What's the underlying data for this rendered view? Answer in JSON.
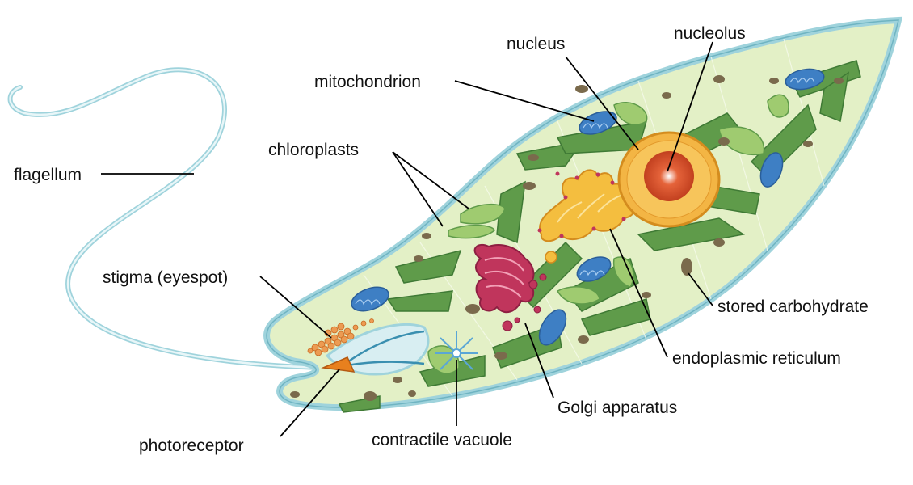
{
  "labels": {
    "nucleus": "nucleus",
    "nucleolus": "nucleolus",
    "mitochondrion": "mitochondrion",
    "chloroplasts": "chloroplasts",
    "flagellum": "flagellum",
    "stigma": "stigma (eyespot)",
    "stored_carbohydrate": "stored carbohydrate",
    "endoplasmic_reticulum": "endoplasmic reticulum",
    "golgi_apparatus": "Golgi apparatus",
    "photoreceptor": "photoreceptor",
    "contractile_vacuole": "contractile vacuole"
  },
  "colors": {
    "membrane": "#9fd3dc",
    "cytoplasm": "#e3f0c6",
    "chloroplast_dark": "#5f9b4a",
    "chloroplast_light": "#9fcb70",
    "mitochondrion": "#3e7fc4",
    "nucleus_outer": "#f3b544",
    "nucleolus": "#d9532b",
    "er": "#f4be3f",
    "golgi": "#c0355c",
    "carbohydrate": "#7a6a4c",
    "photoreceptor": "#e8801e",
    "stigma": "#ec9b52"
  }
}
